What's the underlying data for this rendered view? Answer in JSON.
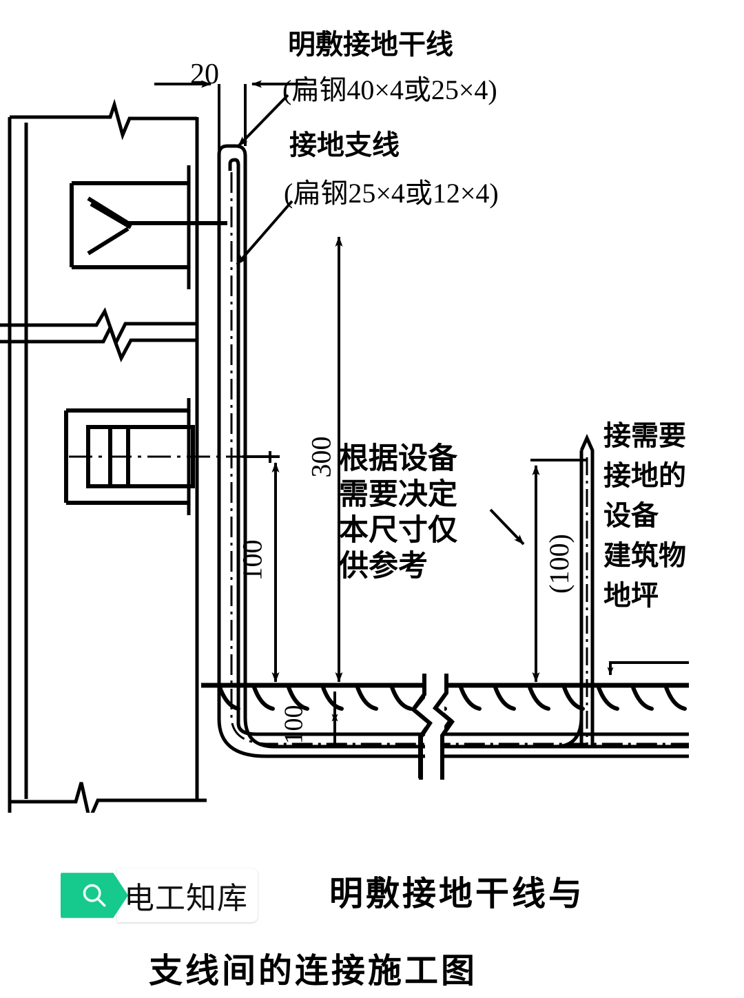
{
  "annotations": {
    "main_line_title": "明敷接地干线",
    "main_line_spec": "(扁钢40×4或25×4)",
    "branch_line_title": "接地支线",
    "branch_line_spec": "(扁钢25×4或12×4)",
    "center_note": "根据设备\n需要决定\n本尺寸仅\n供参考",
    "right_note": "接需要\n接地的\n设备\n建筑物\n地坪"
  },
  "dimensions": {
    "wall_offset": "20",
    "branch_height": "100",
    "main_height": "300",
    "burial_depth": "100",
    "right_depth": "(100)"
  },
  "caption": {
    "line1": "明敷接地干线与",
    "line2": "支线间的连接施工图"
  },
  "watermark": {
    "icon": "search-icon",
    "text": "电工知库",
    "brand_color": "#16c98d"
  },
  "icons": {
    "arrow_leader": "arrow-leader-icon",
    "break_symbol": "break-line-icon",
    "ground_hatch": "ground-hatch-icon",
    "centerline": "centerline-icon"
  },
  "colors": {
    "ink": "#000000",
    "paper": "#ffffff",
    "brand": "#16c98d"
  }
}
